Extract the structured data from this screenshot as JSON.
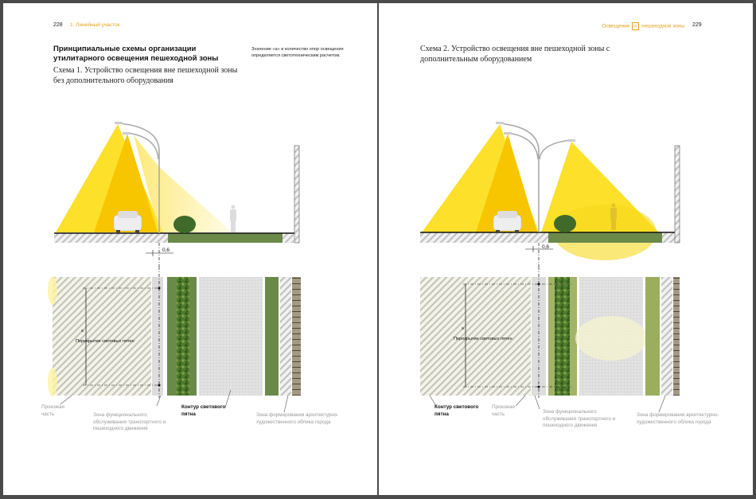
{
  "left_page": {
    "page_number": "228",
    "running_head": "1. Линейный участок",
    "title": "Принципиальные схемы организации утилитарного освещения пешеходной зоны",
    "subtitle": "Схема 1. Устройство освещения вне пешеходной зоны без дополнительного оборудования",
    "note": "Значение «а» и количество опор освещения определяется светотехническим расчетом.",
    "dimension": "0,6",
    "plan_dim_symbol": "а",
    "plan_label": "Перекрытие световых пятен",
    "labels": {
      "roadway": "Проезжая часть",
      "service_zone": "Зона функционального обслуживания транспортного и пешеходного движения",
      "light_contour": "Контур светового пятна",
      "arch_zone": "Зона формирования архитектурно-художественного облика города"
    }
  },
  "right_page": {
    "page_number": "229",
    "running_head_left": "Освещение",
    "running_head_icon": "pedestrian-icon",
    "running_head_right": "пешеходной зоны",
    "subtitle": "Схема 2. Устройство освещения вне пешеходной зоны с дополнительным оборудованием",
    "dimension": "0,6",
    "plan_dim_symbol": "а",
    "plan_label": "Перекрытие световых пятен",
    "labels": {
      "light_contour": "Контур светового пятна",
      "roadway": "Проезжая часть",
      "service_zone": "Зона функционального обслуживания транспортного и пешеходного движения",
      "arch_zone": "Зона формирования архитектурно-художественного облика города"
    }
  },
  "colors": {
    "accent": "#e8a317",
    "light_yellow": "#fde02a",
    "light_deep": "#f7c600",
    "green": "#6b8a4a",
    "hatch": "#bdbdbd"
  }
}
